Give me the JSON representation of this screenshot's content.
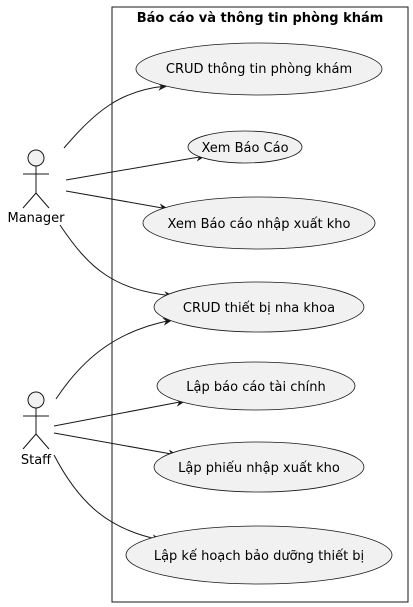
{
  "system": {
    "title": "Báo cáo và thông tin phòng khám"
  },
  "actors": [
    {
      "id": "manager",
      "name": "Manager"
    },
    {
      "id": "staff",
      "name": "Staff"
    }
  ],
  "use_cases": [
    {
      "id": "uc1",
      "label": "CRUD thông tin phòng khám"
    },
    {
      "id": "uc2",
      "label": "Xem Báo Cáo"
    },
    {
      "id": "uc3",
      "label": "Xem Báo cáo nhập xuất kho"
    },
    {
      "id": "uc4",
      "label": "CRUD thiết bị nha khoa"
    },
    {
      "id": "uc5",
      "label": "Lập báo cáo tài chính"
    },
    {
      "id": "uc6",
      "label": "Lập phiếu nhập xuất kho"
    },
    {
      "id": "uc7",
      "label": "Lập kế hoạch bảo dưỡng thiết bị"
    }
  ],
  "associations": [
    {
      "from": "manager",
      "to": "uc1"
    },
    {
      "from": "manager",
      "to": "uc2"
    },
    {
      "from": "manager",
      "to": "uc3"
    },
    {
      "from": "manager",
      "to": "uc4"
    },
    {
      "from": "staff",
      "to": "uc4"
    },
    {
      "from": "staff",
      "to": "uc5"
    },
    {
      "from": "staff",
      "to": "uc6"
    },
    {
      "from": "staff",
      "to": "uc7"
    }
  ],
  "colors": {
    "stroke": "#181818",
    "usecase_fill": "#f1f1f1",
    "background": "#ffffff",
    "text": "#000000"
  }
}
